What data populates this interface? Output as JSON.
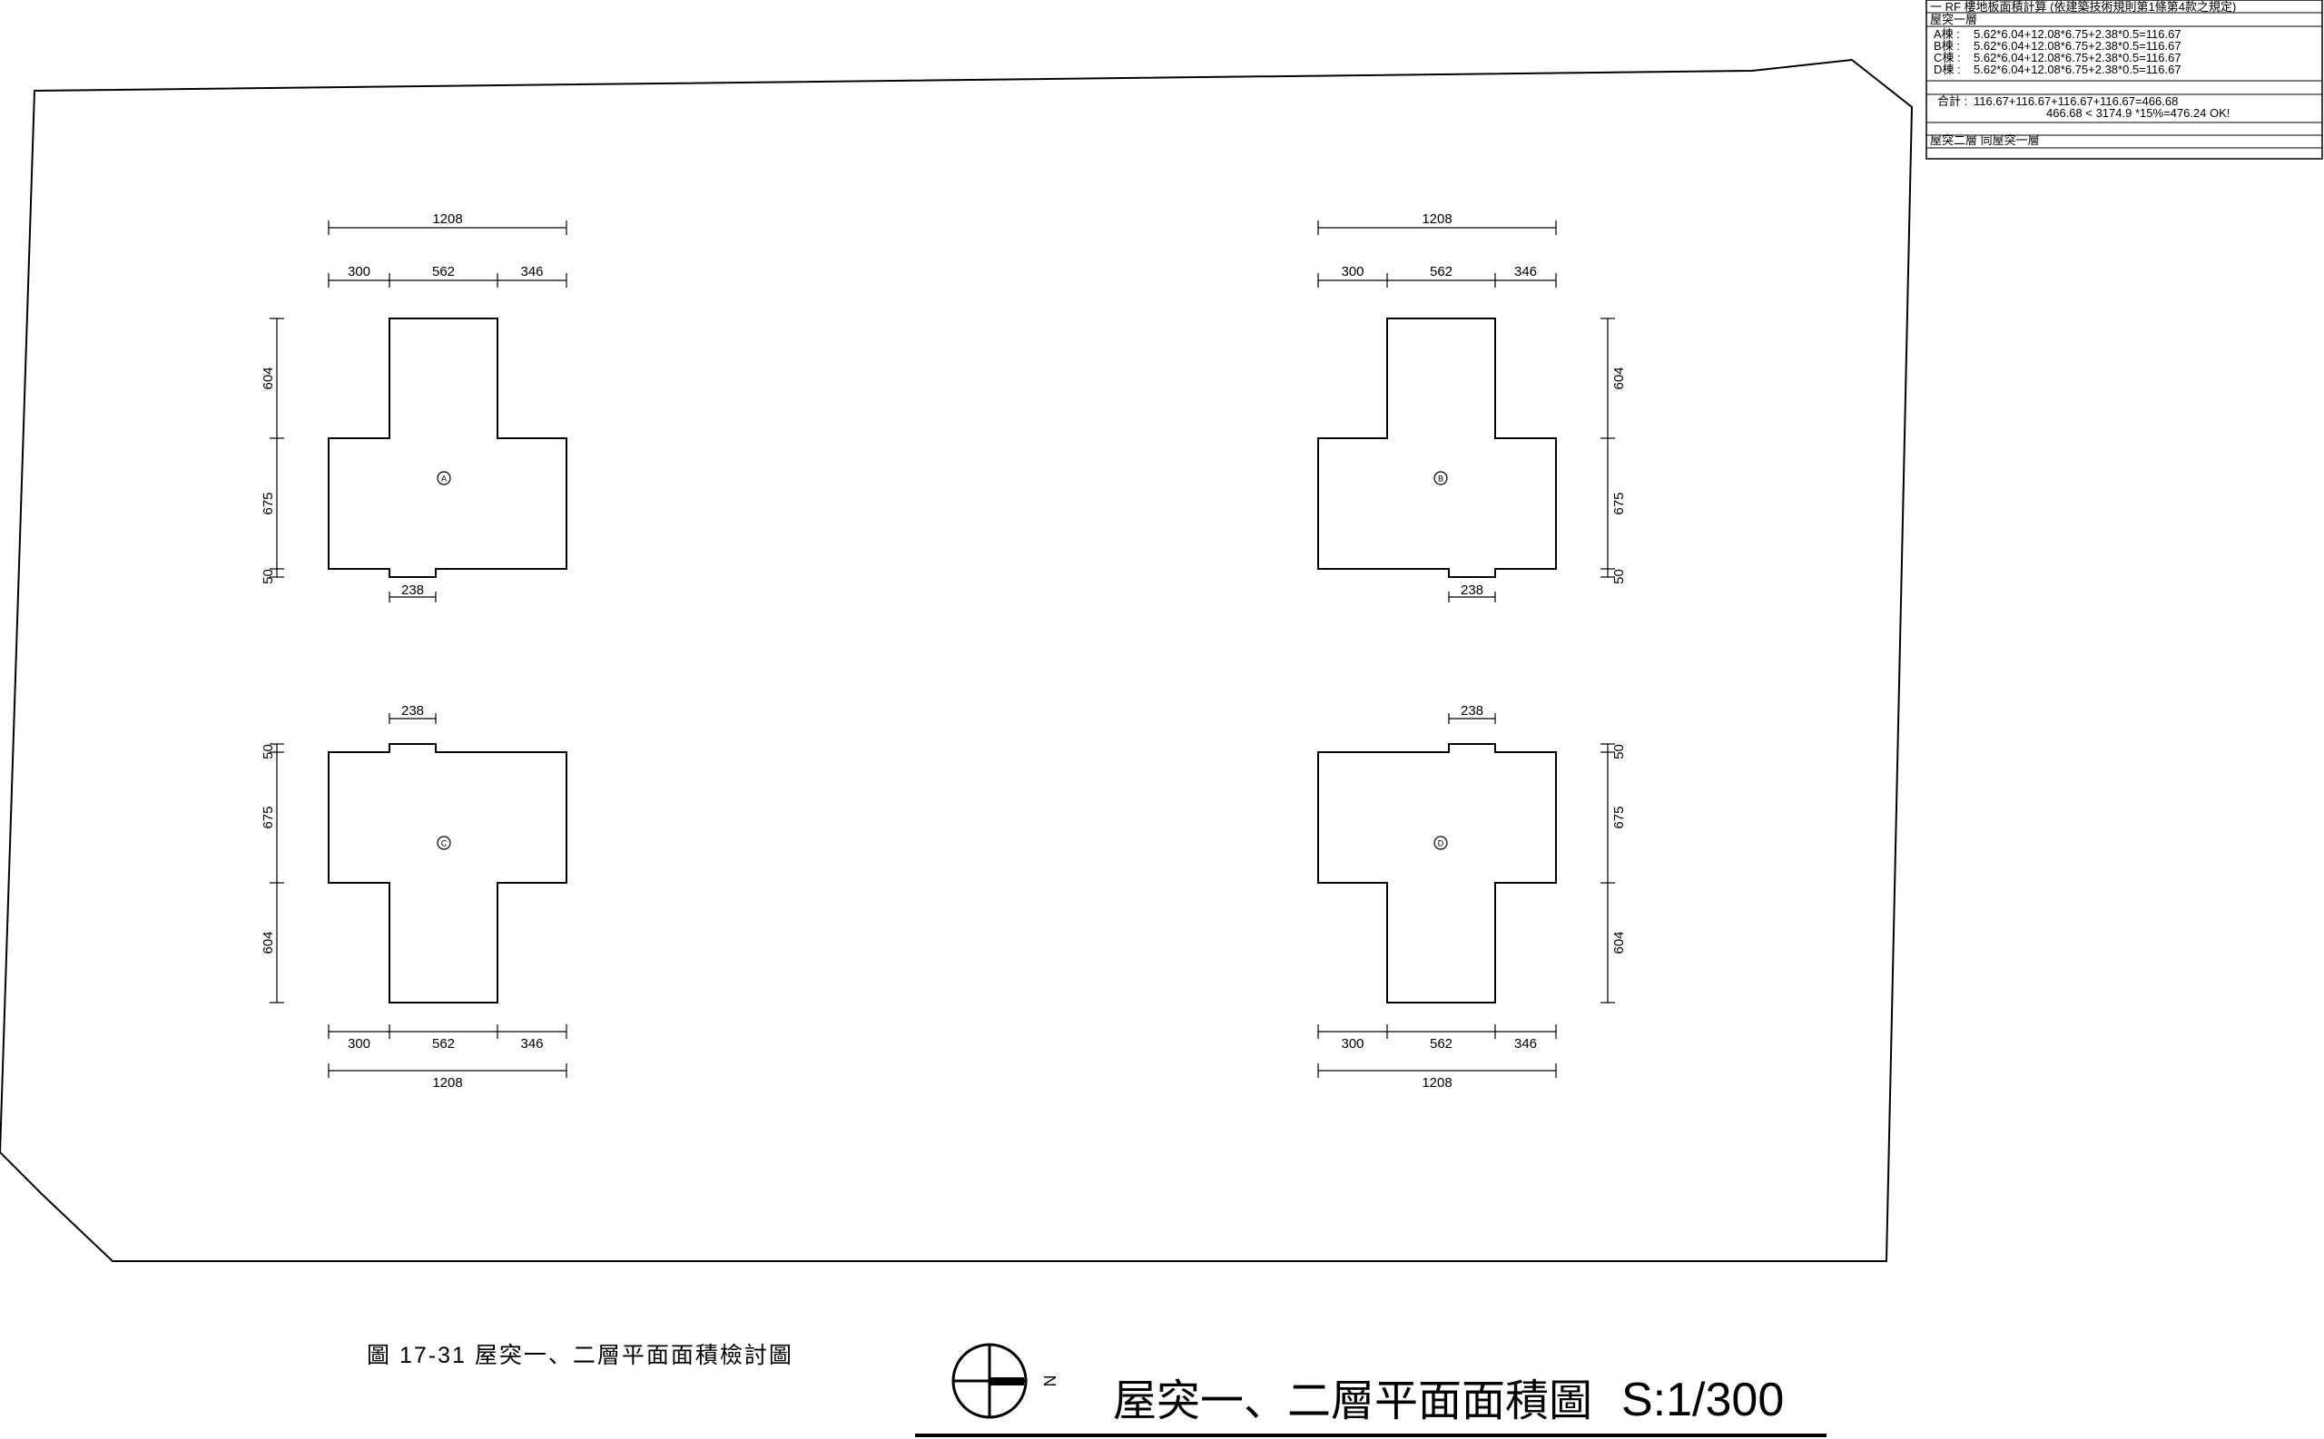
{
  "calc_table": {
    "header": "一 RF 樓地板面積計算 (依建築技術規則第1條第4款之規定)",
    "section1_label": "屋突一層",
    "rows": [
      {
        "label": "A棟 :",
        "formula": "5.62*6.04+12.08*6.75+2.38*0.5=116.67"
      },
      {
        "label": "B棟 :",
        "formula": "5.62*6.04+12.08*6.75+2.38*0.5=116.67"
      },
      {
        "label": "C棟 :",
        "formula": "5.62*6.04+12.08*6.75+2.38*0.5=116.67"
      },
      {
        "label": "D棟 :",
        "formula": "5.62*6.04+12.08*6.75+2.38*0.5=116.67"
      }
    ],
    "total_label": "合計 :",
    "total_formula": "116.67+116.67+116.67+116.67=466.68",
    "check_formula": "466.68 < 3174.9 *15%=476.24 OK!",
    "section2_label": "屋突二層 同屋突一層"
  },
  "buildings": [
    {
      "id": "A",
      "dims": {
        "overall": "1208",
        "left": "300",
        "mid": "562",
        "right": "346",
        "upper": "604",
        "lower": "675",
        "notch": "50",
        "notch_width": "238"
      }
    },
    {
      "id": "B",
      "dims": {
        "overall": "1208",
        "left": "346",
        "mid": "562",
        "right": "300",
        "upper": "604",
        "lower": "675",
        "notch": "50",
        "notch_width": "238"
      }
    },
    {
      "id": "C",
      "dims": {
        "overall": "1208",
        "left": "300",
        "mid": "562",
        "right": "346",
        "upper": "604",
        "lower": "675",
        "notch": "50",
        "notch_width": "238"
      }
    },
    {
      "id": "D",
      "dims": {
        "overall": "1208",
        "left": "346",
        "mid": "562",
        "right": "300",
        "upper": "604",
        "lower": "675",
        "notch": "50",
        "notch_width": "238"
      }
    }
  ],
  "caption": "圖 17-31 屋突一、二層平面面積檢討圖",
  "title": "屋突一、二層平面面積圖",
  "scale": "S:1/300",
  "north_label": "N",
  "icons": {
    "north_arrow": "north-arrow-icon"
  }
}
